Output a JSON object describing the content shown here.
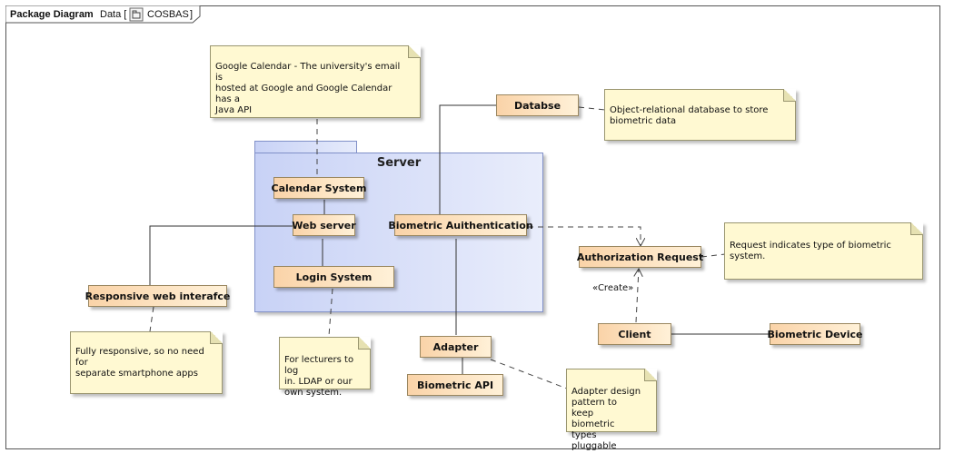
{
  "frame": {
    "kind": "Package Diagram",
    "label_prefix": "Data [",
    "label_name": "COSBAS",
    "label_suffix": "]"
  },
  "package": {
    "name": "Server"
  },
  "components": {
    "calendar": "Calendar System",
    "webserver": "Web server",
    "login": "Login System",
    "biometric_auth": "Biometric Auithentication",
    "database": "Databse",
    "responsive": "Responsive web interafce",
    "auth_request": "Authorization Request",
    "client": "Client",
    "bio_device": "Biometric Device",
    "adapter": "Adapter",
    "bio_api": "Biometric API"
  },
  "notes": {
    "google": "Google Calendar - The university's email is\nhosted at Google and Google Calendar has a\nJava API",
    "database": "Object-relational database to store\nbiometric data",
    "request": "Request indicates type of biometric\nsystem.",
    "responsive": "Fully responsive, so no need for\nseparate smartphone apps",
    "login": "For lecturers to log\nin. LDAP or our\nown system.",
    "adapter": "Adapter design\npattern to keep\nbiometric types\npluggable"
  },
  "stereotypes": {
    "create": "«Create»"
  },
  "colors": {
    "component_fill_start": "#fad3a8",
    "component_fill_end": "#fff1d8",
    "note_fill": "#fff9d2",
    "package_fill": "#c8d2f6"
  }
}
